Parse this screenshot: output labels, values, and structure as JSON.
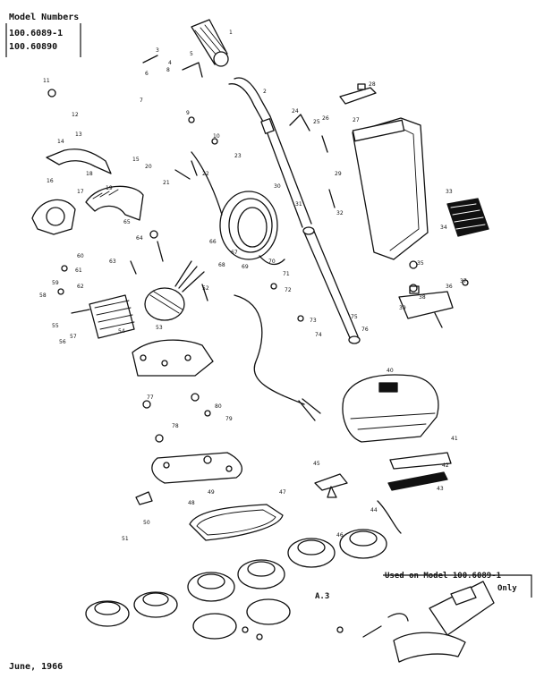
{
  "header": {
    "title": "Model Numbers",
    "models": [
      "100.6089-1",
      "100.60890"
    ]
  },
  "note": {
    "line1": "Used on Model 100.6089-1",
    "line2": "Only"
  },
  "footer": {
    "date": "June, 1966"
  },
  "annotation": {
    "text": "A.3"
  },
  "part_numbers": [
    "1",
    "2",
    "3",
    "4",
    "5",
    "6",
    "7",
    "8",
    "9",
    "10",
    "11",
    "12",
    "13",
    "14",
    "15",
    "16",
    "17",
    "18",
    "19",
    "20",
    "21",
    "22",
    "23",
    "24",
    "25",
    "26",
    "27",
    "28",
    "29",
    "30",
    "31",
    "32",
    "33",
    "34",
    "35",
    "36",
    "37",
    "38",
    "39",
    "40",
    "41",
    "42",
    "43",
    "44",
    "45",
    "46",
    "47",
    "48",
    "49",
    "50",
    "51",
    "52",
    "53",
    "54",
    "55",
    "56",
    "57",
    "58",
    "59",
    "60",
    "61",
    "62",
    "63",
    "64",
    "65",
    "66",
    "67",
    "68",
    "69",
    "70",
    "71",
    "72",
    "73",
    "74",
    "75",
    "76",
    "77",
    "78",
    "79",
    "80"
  ]
}
